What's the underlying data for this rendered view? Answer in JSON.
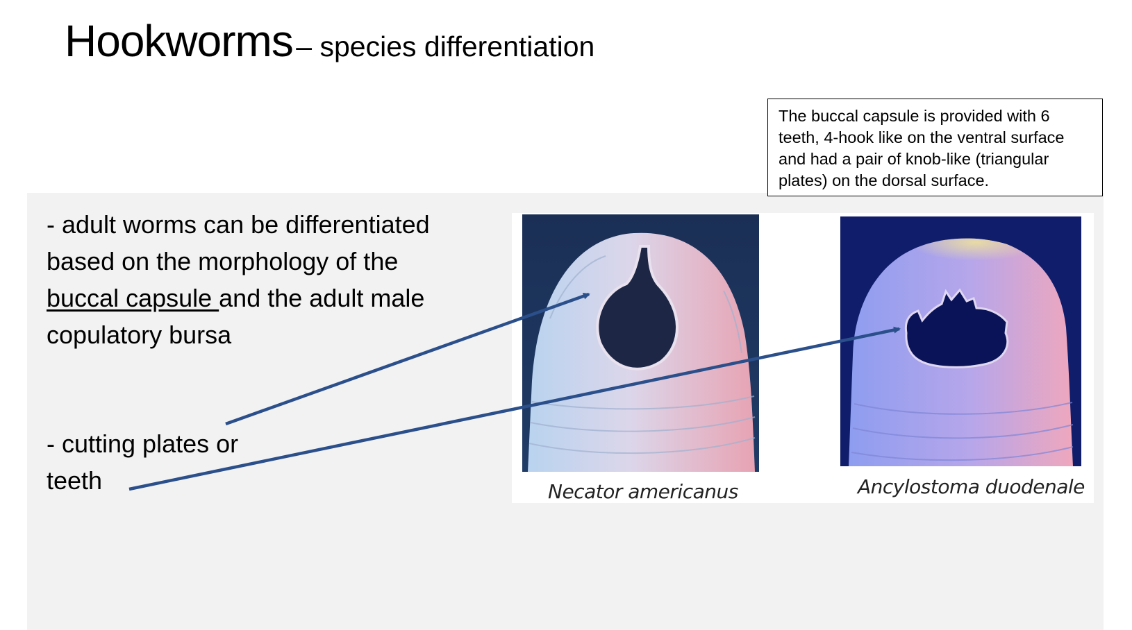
{
  "title": {
    "main": "Hookworms",
    "sub": "– species differentiation"
  },
  "bullets": {
    "b1_line1": "- adult worms can be differentiated",
    "b1_line2": "based on the morphology of the",
    "b1_line3_underlined": "buccal capsule ",
    "b1_line3_rest": "and the adult male",
    "b1_line4": "copulatory bursa",
    "b2_line1": "- cutting plates or",
    "b2_line2": "teeth"
  },
  "callout": {
    "line1": "The buccal capsule is provided with 6",
    "line2": "teeth, 4-hook like on the ventral surface",
    "line3": "and had a pair of knob-like (triangular",
    "line4": "plates) on the dorsal surface."
  },
  "figure": {
    "caption_left": "Necator americanus",
    "caption_right": "Ancylostoma duodenale"
  },
  "colors": {
    "arrow": "#2b4f8a",
    "panel": "#f2f2f2"
  }
}
